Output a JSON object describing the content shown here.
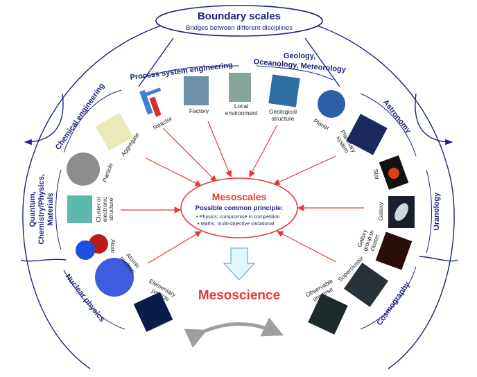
{
  "colors": {
    "navy": "#1a237e",
    "red": "#e53935",
    "arrow_gray": "#9e9e9e",
    "down_arrow_fill": "#e0f7fa"
  },
  "boundary": {
    "title": "Boundary scales",
    "subtitle": "Bridges between different disciplines"
  },
  "center": {
    "title": "Mesoscales",
    "subtitle": "Possible common principle:",
    "bullets": [
      "• Physics: compromise in competition",
      "• Maths: multi-objective variational"
    ]
  },
  "mesoscience": "Mesoscience",
  "groups": {
    "process": "Process system engineering",
    "geology": [
      "Geology,",
      "Oceanology, Meteorology"
    ],
    "chemical": "Chemical engineering",
    "quantum": [
      "Quantum,",
      "Chemistry/Physics,",
      "Materials"
    ],
    "nuclear": "Nuclear physics",
    "astronomy": "Astronomy",
    "uranology": "Uranology",
    "cosmography": "Cosmography"
  },
  "items": {
    "reactor": [
      "Reactor"
    ],
    "factory": [
      "Factory"
    ],
    "local_env": [
      "Local",
      "environment"
    ],
    "geo": [
      "Geological",
      "structure"
    ],
    "planet": [
      "Planet"
    ],
    "planetary": [
      "Planetary",
      "system"
    ],
    "star": [
      "Star"
    ],
    "galaxy": [
      "Galaxy"
    ],
    "galaxy_group": [
      "Galaxy",
      "group or",
      "cluster"
    ],
    "supercluster": [
      "Supercluster"
    ],
    "universe": [
      "Observable",
      "universe"
    ],
    "elementary": [
      "Elementary",
      "particle"
    ],
    "nucleus": [
      "Atomic",
      "nucleus"
    ],
    "atom": [
      "Atom"
    ],
    "cluster": [
      "Cluster or",
      "electronic",
      "structure"
    ],
    "particle": [
      "Particle"
    ],
    "aggregate": [
      "Aggregate"
    ]
  }
}
